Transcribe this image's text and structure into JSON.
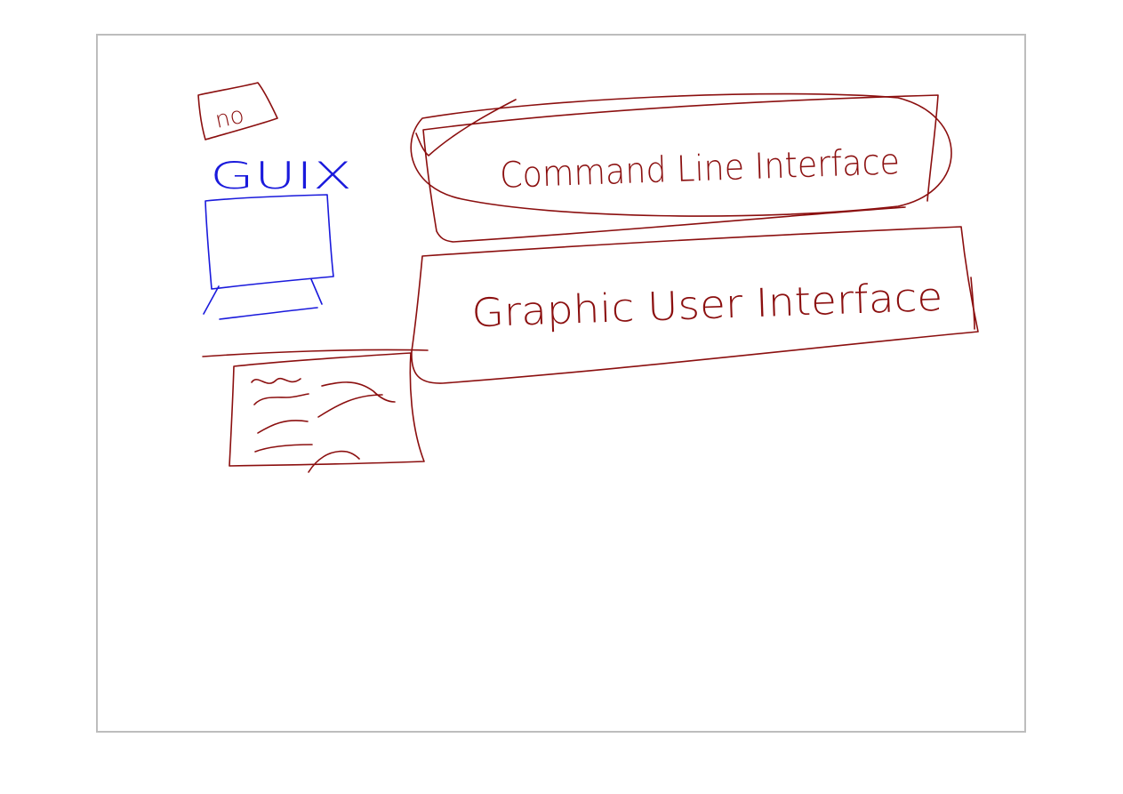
{
  "whiteboard": {
    "note_no": "no",
    "note_guix": "GUIX",
    "label_cli": "Command Line Interface",
    "label_gui": "Graphic User Interface"
  },
  "colors": {
    "ink_red": "#8b0f0f",
    "ink_blue": "#1a1adc",
    "frame_border": "#bdbdbd",
    "background": "#ffffff"
  }
}
